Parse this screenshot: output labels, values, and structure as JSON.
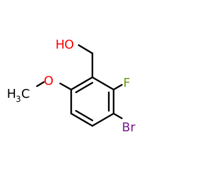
{
  "molecule": {
    "colors": {
      "bond": "#000000",
      "oxygen": "#ff0000",
      "fluorine": "#6a9a0e",
      "bromine": "#7a1a8c",
      "carbon_label": "#000000"
    },
    "labels": {
      "hydroxyl_h": "H",
      "hydroxyl_o": "O",
      "methyl_h": "H",
      "methyl_subscript": "3",
      "methyl_c": "C",
      "methoxy_o": "O",
      "fluorine": "F",
      "bromine": "Br"
    }
  }
}
